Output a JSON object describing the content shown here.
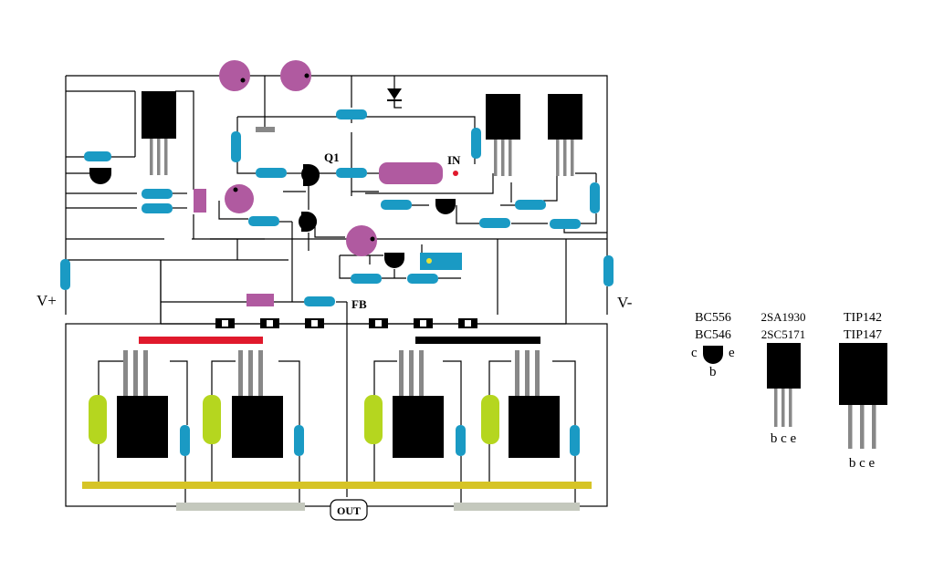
{
  "colors": {
    "background": "#ffffff",
    "wire": "#000000",
    "resistor_blue": "#1a9ac4",
    "resistor_purple": "#b05aa0",
    "trimmer_purple": "#b05aa0",
    "capacitor_lime": "#b5d61f",
    "rail_yellow": "#d6c426",
    "rail_gray": "#c4c8bd",
    "heatsink_red": "#e0192c",
    "heatsink_black": "#000000",
    "in_dot": "#e0192c",
    "led_yellow": "#e8e23a"
  },
  "labels": {
    "q1": "Q1",
    "in": "IN",
    "fb": "FB",
    "v_plus": "V+",
    "v_minus": "V-",
    "out": "OUT"
  },
  "legend": {
    "small_transistor": {
      "part_a": "BC556",
      "part_b": "BC546",
      "pin_c": "c",
      "pin_b": "b",
      "pin_e": "e"
    },
    "medium_transistor": {
      "part_a": "2SA1930",
      "part_b": "2SC5171",
      "pins": "b c e"
    },
    "large_transistor": {
      "part_a": "TIP142",
      "part_b": "TIP147",
      "pins": "b c e"
    }
  }
}
